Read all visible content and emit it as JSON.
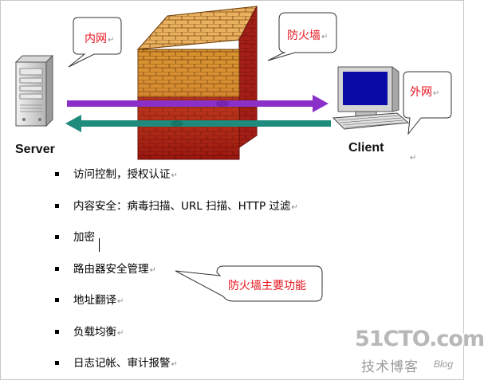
{
  "bubbles": {
    "intranet": "内网",
    "firewall": "防火墙",
    "extranet": "外网",
    "main_functions": "防火墙主要功能"
  },
  "nodes": {
    "server": "Server",
    "client": "Client"
  },
  "paragraph_mark": "↵",
  "features": [
    "访问控制，授权认证",
    "内容安全：病毒扫描、URL 扫描、HTTP 过滤",
    "加密",
    "路由器安全管理",
    "地址翻译",
    "负载均衡",
    "日志记帐、审计报警"
  ],
  "watermark": {
    "brand": "51CTO.com",
    "sub": "技术博客",
    "blog": "Blog"
  },
  "colors": {
    "bubble_text": "#e8141e",
    "arrow_outbound": "#8b2fc9",
    "arrow_inbound": "#1e8b7c",
    "brick_light": "#e6a84a",
    "brick_dark": "#b81c12"
  }
}
